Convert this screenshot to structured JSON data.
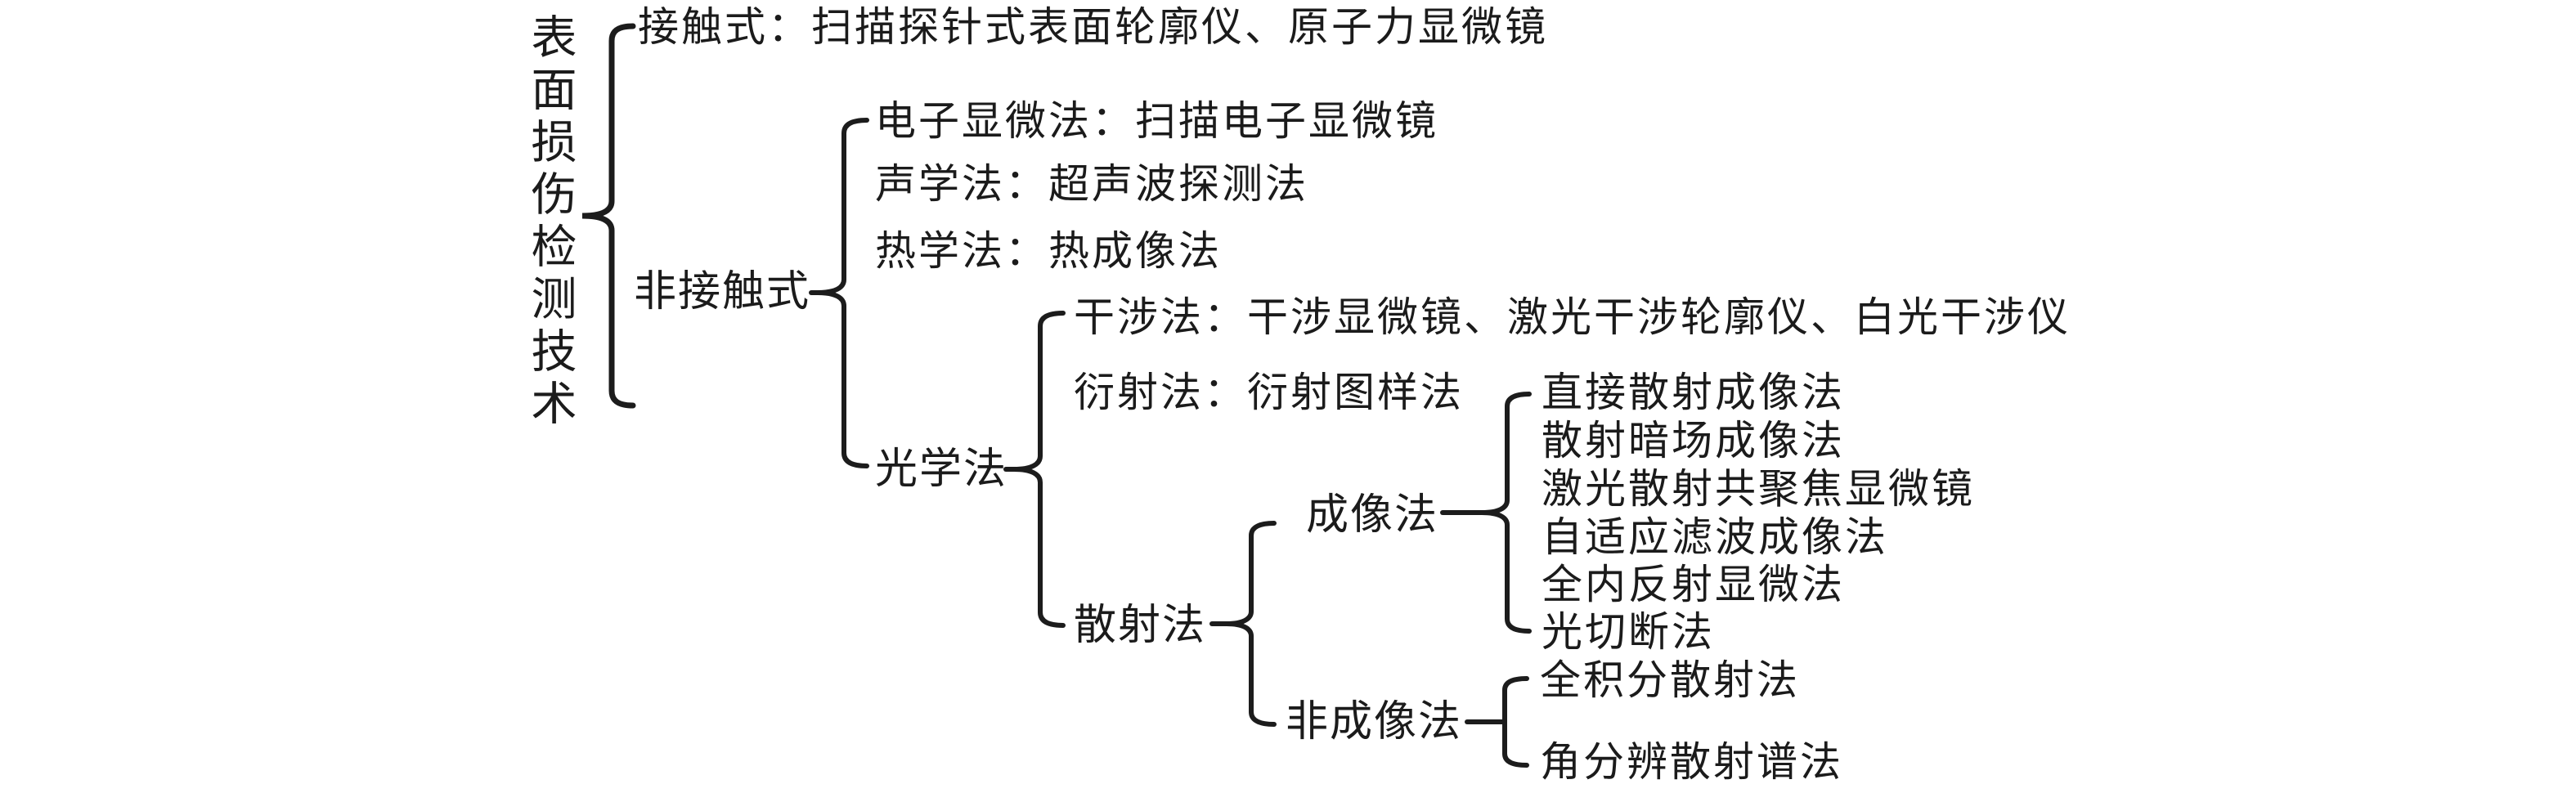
{
  "diagram": {
    "title": "表面损伤检测技术",
    "contact": "接触式：扫描探针式表面轮廓仪、原子力显微镜",
    "non_contact": {
      "label": "非接触式",
      "electron": "电子显微法：扫描电子显微镜",
      "acoustic": "声学法：超声波探测法",
      "thermal": "热学法：热成像法",
      "optical": {
        "label": "光学法",
        "interference": "干涉法：干涉显微镜、激光干涉轮廓仪、白光干涉仪",
        "diffraction": "衍射法：衍射图样法",
        "scattering": {
          "label": "散射法",
          "imaging": {
            "label": "成像法",
            "items": [
              "直接散射成像法",
              "散射暗场成像法",
              "激光散射共聚焦显微镜",
              "自适应滤波成像法",
              "全内反射显微法",
              "光切断法"
            ]
          },
          "non_imaging": {
            "label": "非成像法",
            "items": [
              "全积分散射法",
              "角分辨散射谱法"
            ]
          }
        }
      }
    }
  },
  "colors": {
    "ink": "#1c1c1c",
    "background": "#ffffff"
  }
}
